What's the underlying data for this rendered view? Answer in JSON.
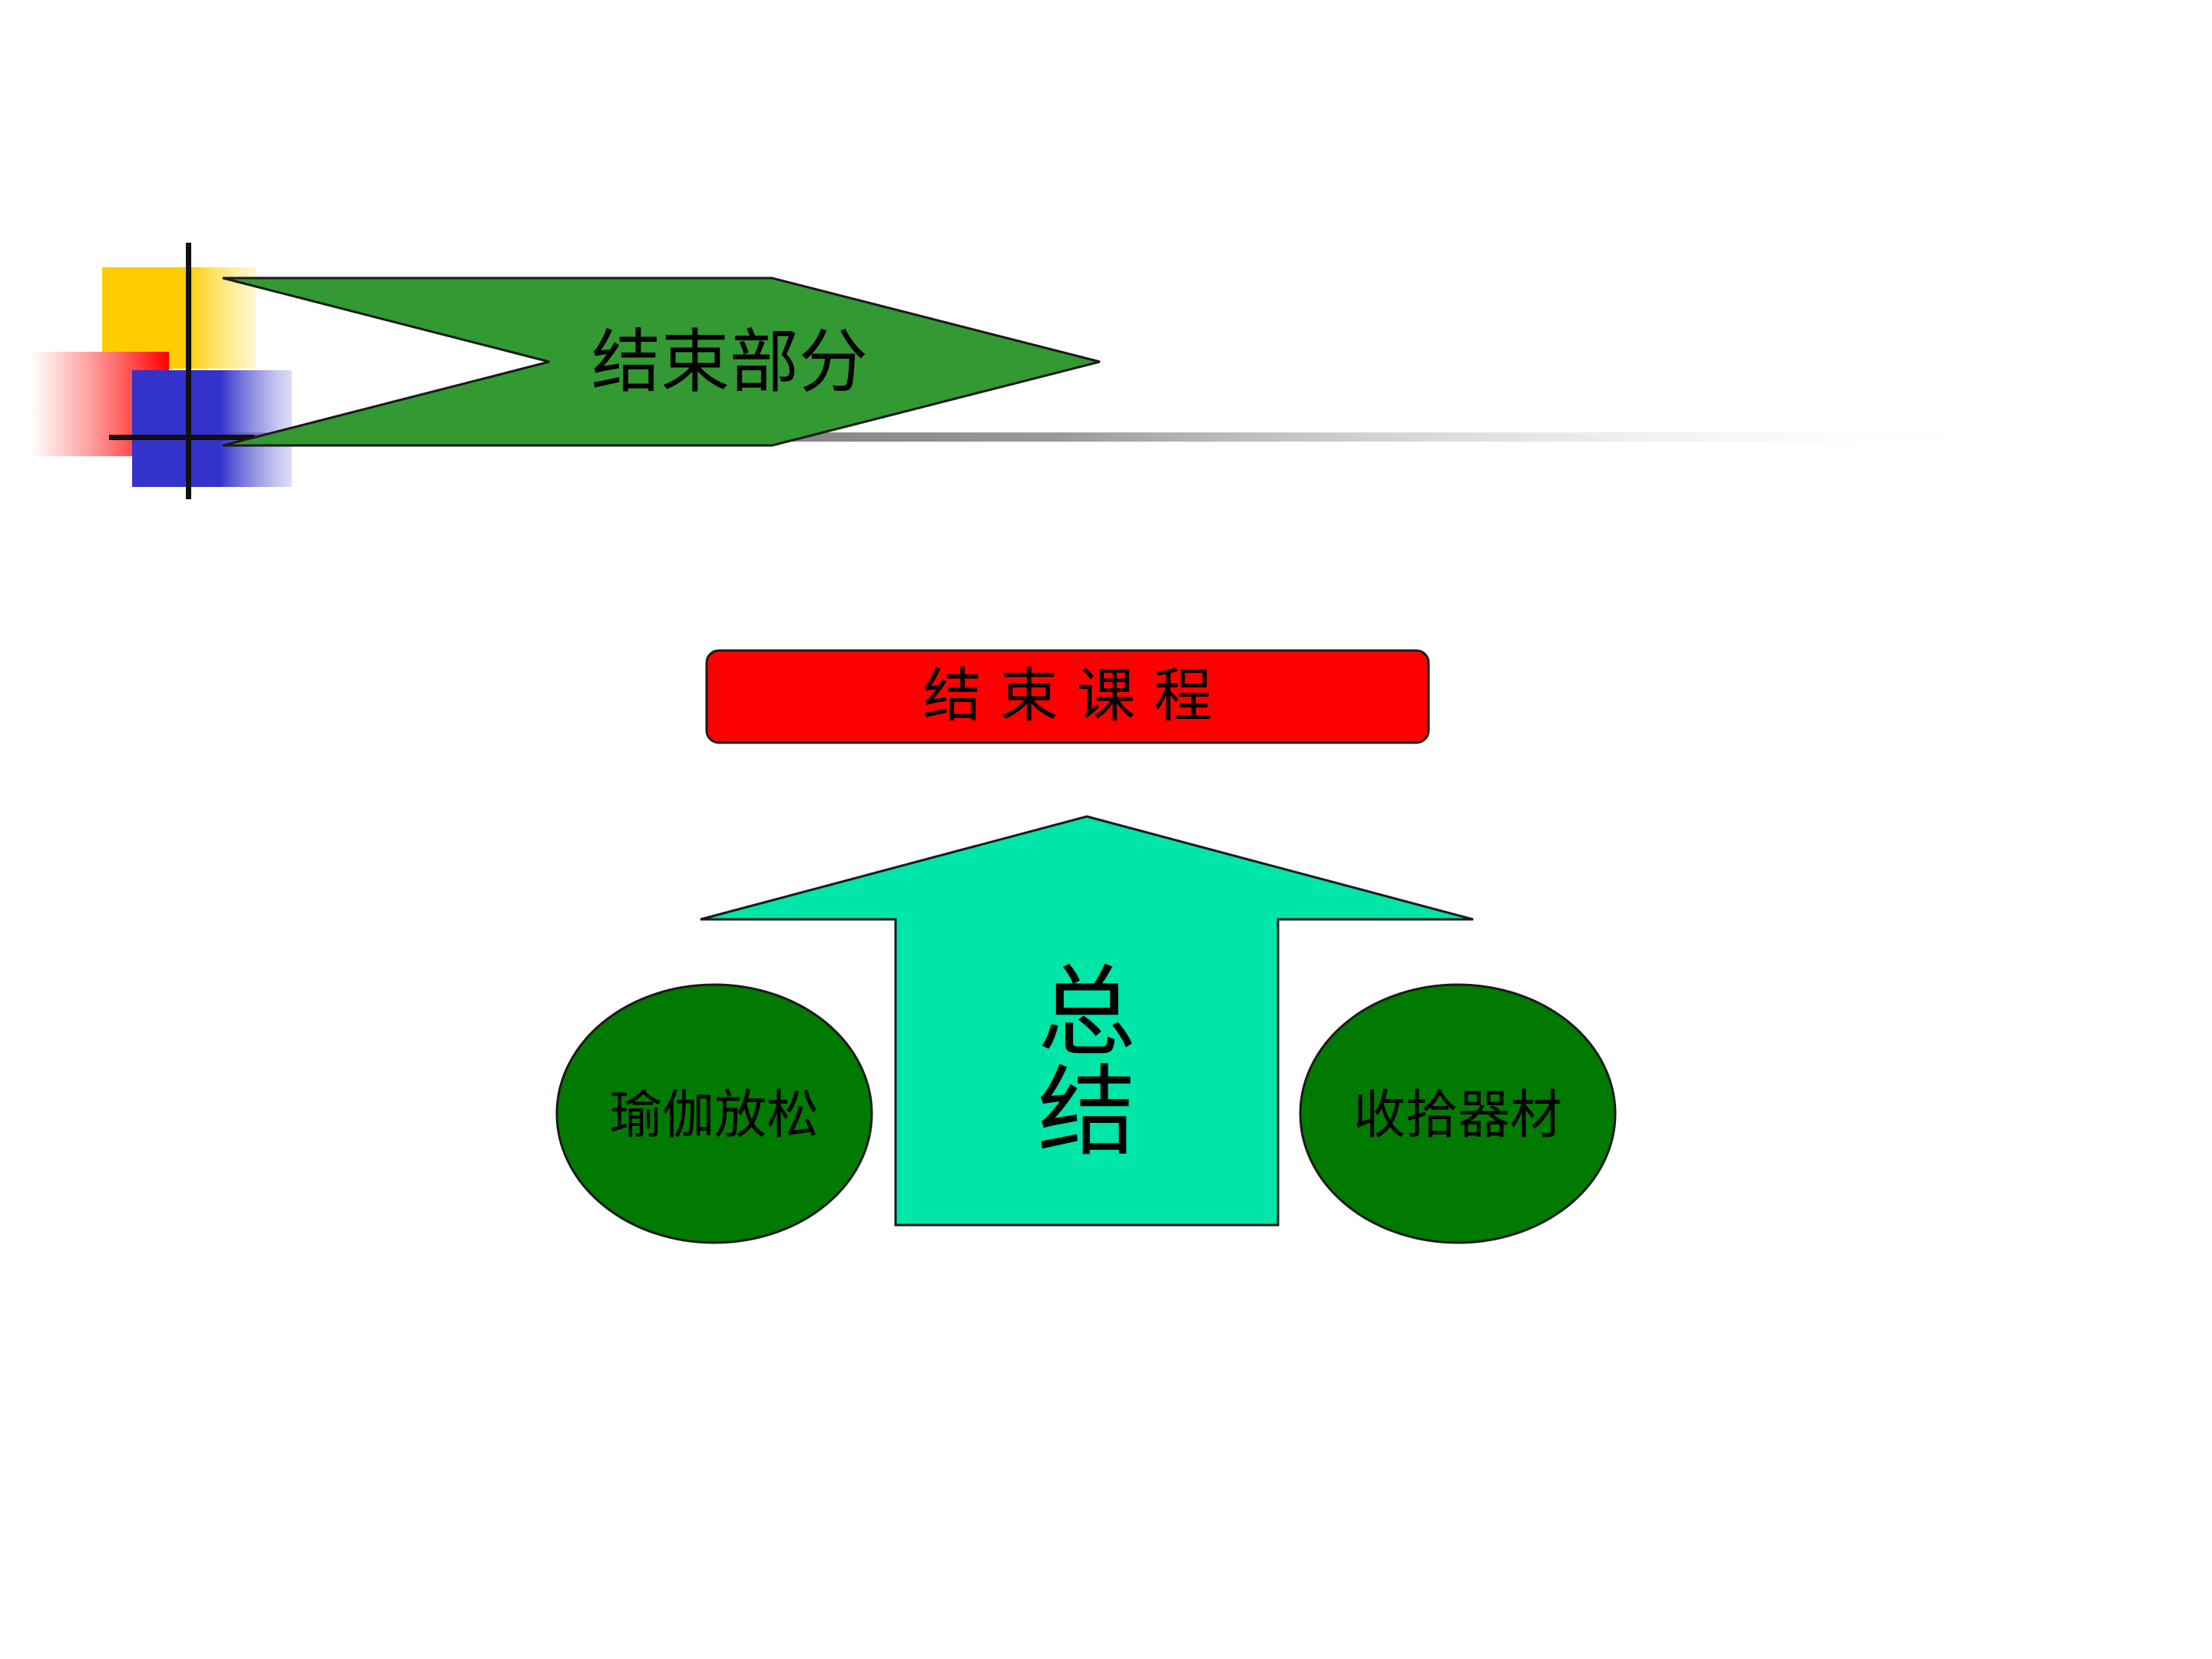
{
  "slide": {
    "title": "结束部分",
    "end_box_label": "结 束 课 程",
    "arrow_label_line1": "总",
    "arrow_label_line2": "结",
    "left_ellipse_label": "瑜伽放松",
    "right_ellipse_label": "收拾器材"
  },
  "colors": {
    "title_banner": "#339933",
    "end_box": "#ff0000",
    "arrow": "#00e5a8",
    "ellipse": "#007a00",
    "deco_yellow": "#ffcc00",
    "deco_red": "#ff0000",
    "deco_blue": "#3333cc"
  }
}
